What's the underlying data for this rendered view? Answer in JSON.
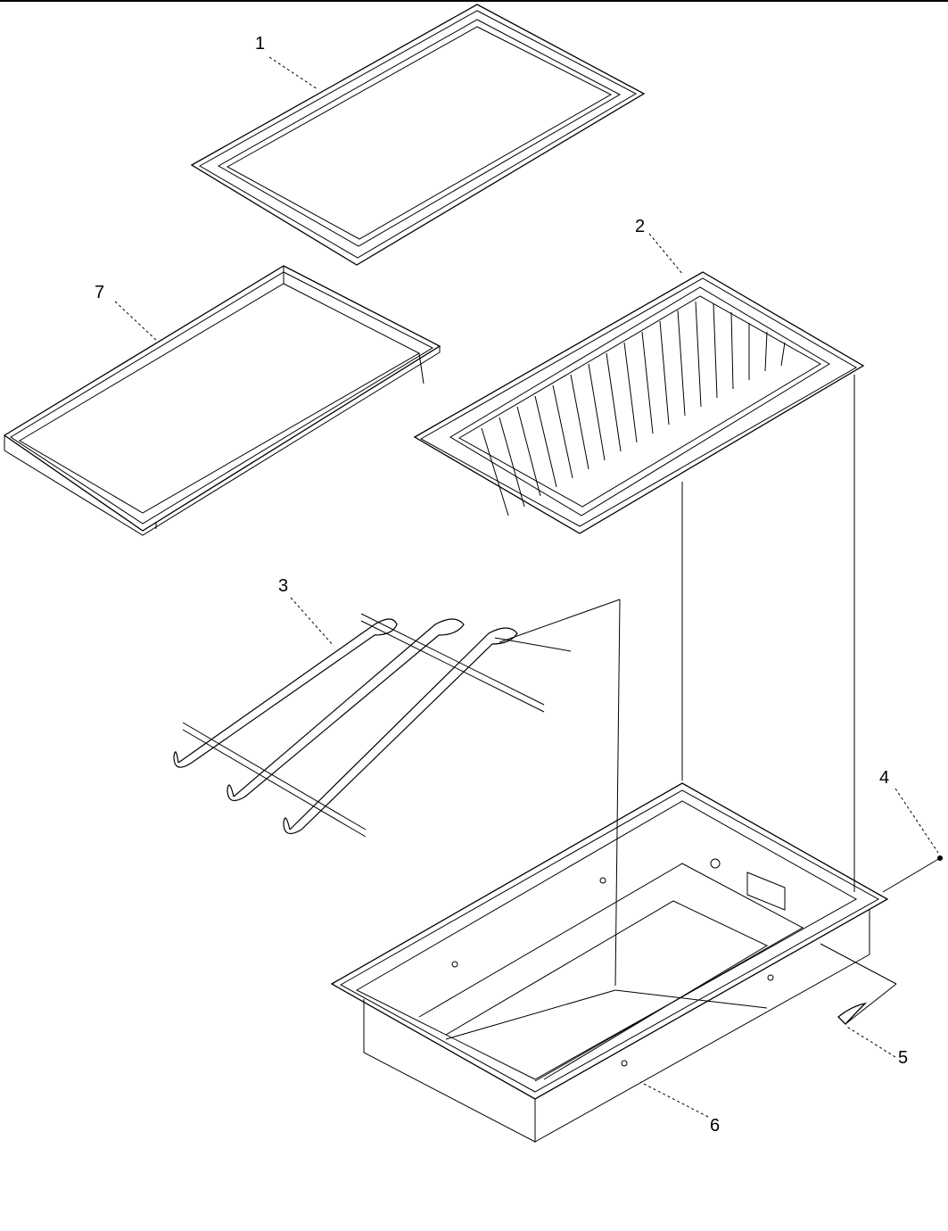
{
  "diagram": {
    "callouts": {
      "item_1": "1",
      "item_2": "2",
      "item_3": "3",
      "item_4": "4",
      "item_5": "5",
      "item_6": "6",
      "item_7": "7"
    }
  }
}
